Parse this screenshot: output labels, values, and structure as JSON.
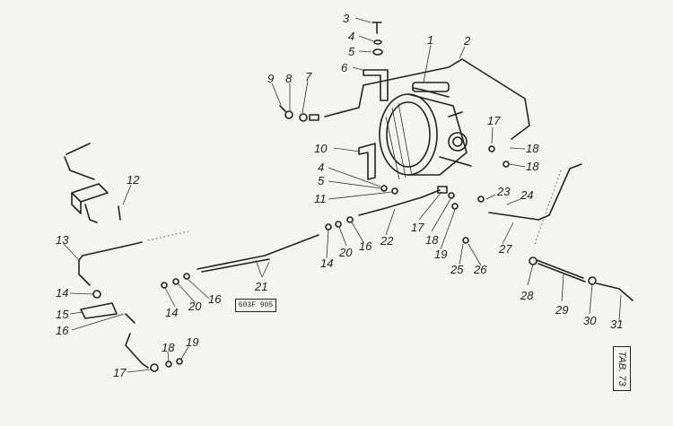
{
  "callouts": [
    {
      "n": "1"
    },
    {
      "n": "2"
    },
    {
      "n": "3"
    },
    {
      "n": "4"
    },
    {
      "n": "5"
    },
    {
      "n": "6"
    },
    {
      "n": "9"
    },
    {
      "n": "8"
    },
    {
      "n": "7"
    },
    {
      "n": "10"
    },
    {
      "n": "4"
    },
    {
      "n": "5"
    },
    {
      "n": "11"
    },
    {
      "n": "17"
    },
    {
      "n": "18"
    },
    {
      "n": "18"
    },
    {
      "n": "12"
    },
    {
      "n": "23"
    },
    {
      "n": "24"
    },
    {
      "n": "17"
    },
    {
      "n": "18"
    },
    {
      "n": "19"
    },
    {
      "n": "22"
    },
    {
      "n": "16"
    },
    {
      "n": "20"
    },
    {
      "n": "14"
    },
    {
      "n": "27"
    },
    {
      "n": "25"
    },
    {
      "n": "26"
    },
    {
      "n": "13"
    },
    {
      "n": "21"
    },
    {
      "n": "14"
    },
    {
      "n": "20"
    },
    {
      "n": "16"
    },
    {
      "n": "14"
    },
    {
      "n": "15"
    },
    {
      "n": "16"
    },
    {
      "n": "28"
    },
    {
      "n": "29"
    },
    {
      "n": "30"
    },
    {
      "n": "31"
    },
    {
      "n": "18"
    },
    {
      "n": "19"
    },
    {
      "n": "17"
    }
  ],
  "drawing_code": "603F 905",
  "table_ref": "TAB. 73"
}
